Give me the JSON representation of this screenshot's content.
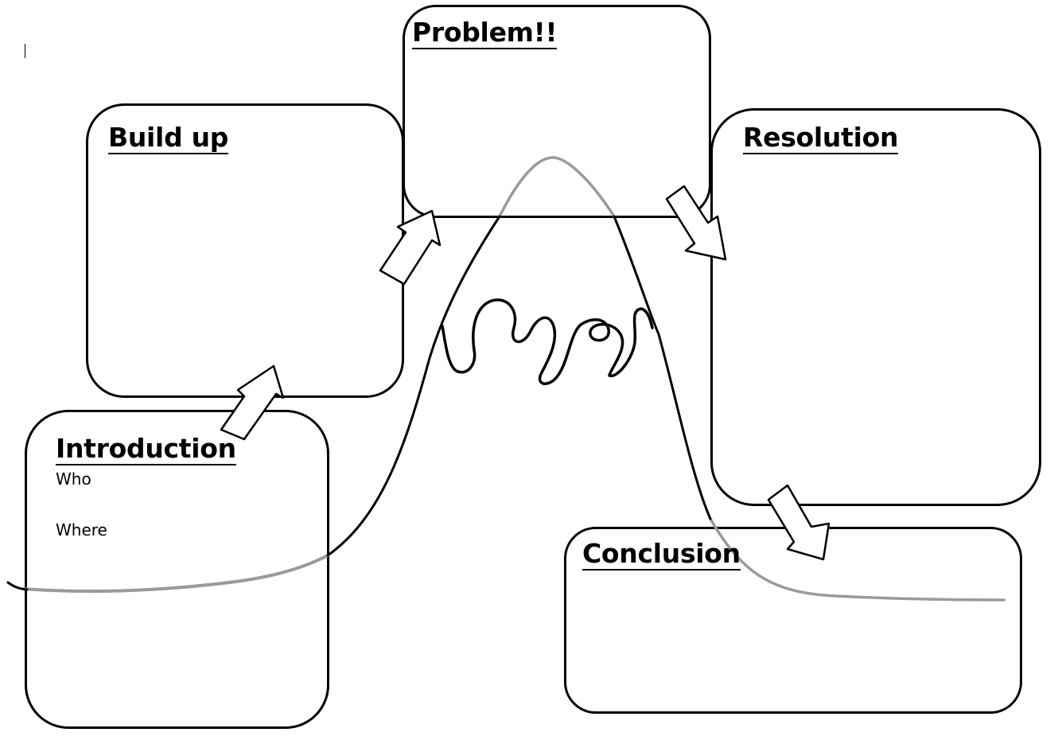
{
  "diagram": {
    "boxes": {
      "problem": {
        "title": "Problem!!"
      },
      "buildup": {
        "title": "Build up"
      },
      "resolution": {
        "title": "Resolution"
      },
      "introduction": {
        "title": "Introduction",
        "notes": [
          "Who",
          "Where"
        ]
      },
      "conclusion": {
        "title": "Conclusion"
      }
    },
    "colors": {
      "stroke": "#000000",
      "curve_faded": "#9a9a9a",
      "background": "#ffffff"
    }
  }
}
